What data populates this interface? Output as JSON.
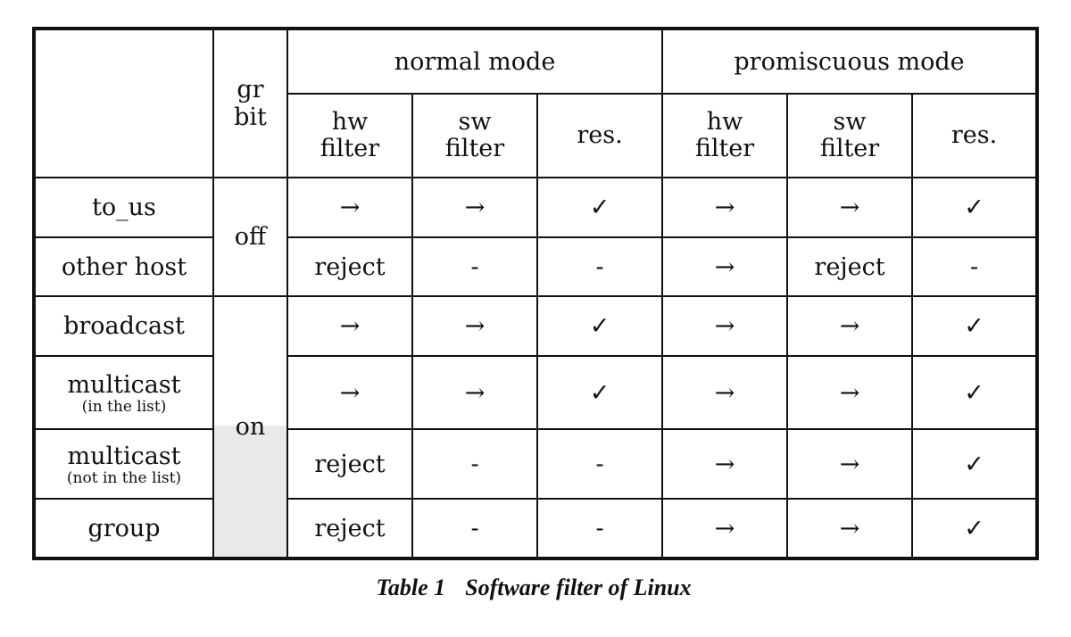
{
  "figure": {
    "caption": {
      "tag": "Table 1",
      "title": "Software filter of Linux"
    },
    "table": {
      "header": {
        "corner": "",
        "gr_bit": "gr\nbit",
        "modes": [
          {
            "label": "normal mode",
            "columns": [
              "hw\nfilter",
              "sw\nfilter",
              "res."
            ]
          },
          {
            "label": "promiscuous mode",
            "columns": [
              "hw\nfilter",
              "sw\nfilter",
              "res."
            ]
          }
        ]
      },
      "gr_groups": [
        {
          "value": "off",
          "rows": 2
        },
        {
          "value": "on",
          "rows": 4
        }
      ],
      "rows": [
        {
          "label": "to_us",
          "sub": "",
          "normal": [
            "→",
            "→",
            "✓"
          ],
          "promiscuous": [
            "→",
            "→",
            "✓"
          ],
          "shaded": false
        },
        {
          "label": "other host",
          "sub": "",
          "normal": [
            "reject",
            "-",
            "-"
          ],
          "promiscuous": [
            "→",
            "reject",
            "-"
          ],
          "shaded": false
        },
        {
          "label": "broadcast",
          "sub": "",
          "normal": [
            "→",
            "→",
            "✓"
          ],
          "promiscuous": [
            "→",
            "→",
            "✓"
          ],
          "shaded": false
        },
        {
          "label": "multicast",
          "sub": "(in the list)",
          "normal": [
            "→",
            "→",
            "✓"
          ],
          "promiscuous": [
            "→",
            "→",
            "✓"
          ],
          "shaded": false
        },
        {
          "label": "multicast",
          "sub": "(not in the list)",
          "normal": [
            "reject",
            "-",
            "-"
          ],
          "promiscuous": [
            "→",
            "→",
            "✓"
          ],
          "shaded": true
        },
        {
          "label": "group",
          "sub": "",
          "normal": [
            "reject",
            "-",
            "-"
          ],
          "promiscuous": [
            "→",
            "→",
            "✓"
          ],
          "shaded": true
        }
      ],
      "colors": {
        "border": "#111111",
        "background": "#ffffff",
        "shaded_bg": "#e9e9e8"
      }
    }
  }
}
